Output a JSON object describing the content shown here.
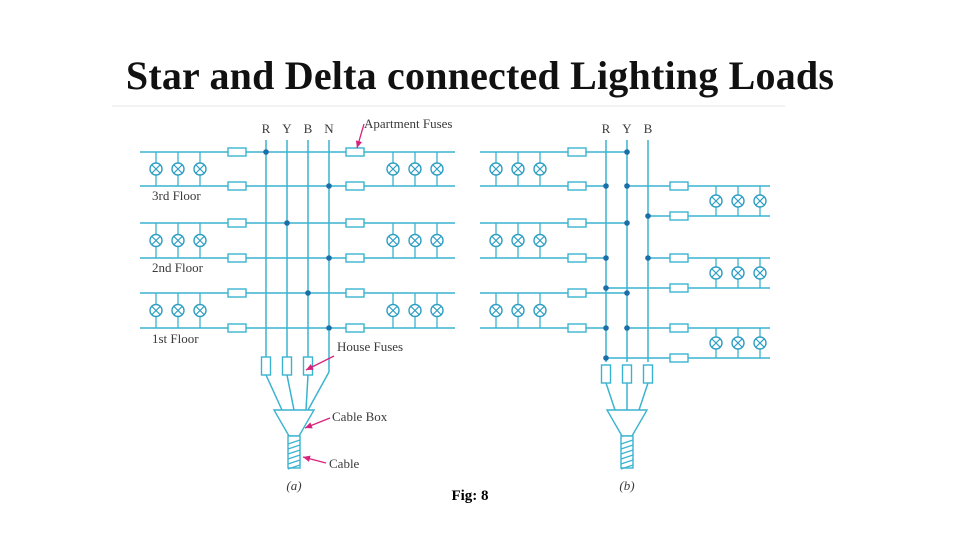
{
  "title": "Star and Delta connected Lighting Loads",
  "caption": "Fig: 8",
  "colors": {
    "wire": "#3ab3d0",
    "node": "#1b6fa8",
    "lamp": "#2e9fc2",
    "pointer": "#d8237e",
    "text": "#3a3a3a"
  },
  "diagram_a": {
    "phase_labels": [
      "R",
      "Y",
      "B",
      "N"
    ],
    "floors": [
      "3rd Floor",
      "2nd Floor",
      "1st Floor"
    ],
    "apartment_fuses_label": "Apartment Fuses",
    "house_fuses_label": "House Fuses",
    "cable_box_label": "Cable Box",
    "cable_label": "Cable",
    "sublabel": "(a)"
  },
  "diagram_b": {
    "phase_labels": [
      "R",
      "Y",
      "B"
    ],
    "sublabel": "(b)"
  }
}
